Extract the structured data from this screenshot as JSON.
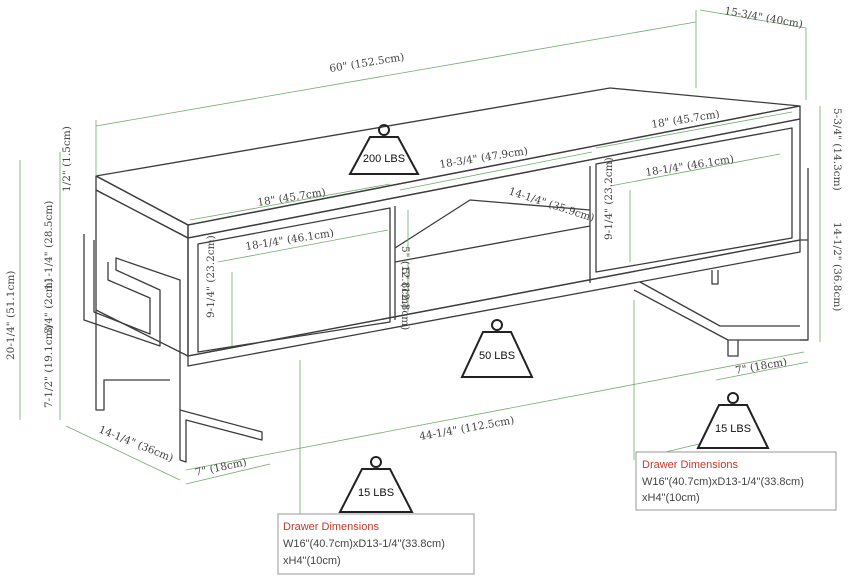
{
  "dimensions": {
    "width_total": "60\" (152.5cm)",
    "depth_total": "15-3/4\" (40cm)",
    "top_thickness": "1/2\" (1.5cm)",
    "overall_height": "20-1/4\" (51.1cm)",
    "body_height": "11-1/4\" (28.5cm)",
    "base_gap": "3/4\" (2cm)",
    "leg_height": "7-1/2\" (19.1cm)",
    "right_top_gap": "5-3/4\" (14.3cm)",
    "right_side_height": "14-1/2\" (36.8cm)",
    "left_drawer_width": "18\" (45.7cm)",
    "left_drawer_inner": "18-1/4\" (46.1cm)",
    "left_drawer_height": "9-1/4\" (23.2cm)",
    "right_drawer_width": "18\" (45.7cm)",
    "right_drawer_inner": "18-1/4\" (46.1cm)",
    "right_drawer_height": "9-1/4\" (23.2cm)",
    "middle_width": "18-3/4\" (47.9cm)",
    "middle_depth": "14-1/4\" (35.9cm)",
    "shelf_upper": "5\" (12.8cm)",
    "shelf_lower": "5\" (12.8cm)",
    "base_span": "44-1/4\" (112.5cm)",
    "left_depth": "14-1/4\" (36cm)",
    "left_foot": "7\" (18cm)",
    "right_foot": "7\" (18cm)"
  },
  "weights": {
    "top": "200 LBS",
    "middle": "50 LBS",
    "left_drawer": "15 LBS",
    "right_drawer": "15 LBS"
  },
  "drawer_boxes": {
    "left": {
      "title": "Drawer Dimensions",
      "line1": "W16\"(40.7cm)xD13-1/4\"(33.8cm)",
      "line2": "xH4\"(10cm)"
    },
    "right": {
      "title": "Drawer Dimensions",
      "line1": "W16\"(40.7cm)xD13-1/4\"(33.8cm)",
      "line2": "xH4\"(10cm)"
    }
  },
  "colors": {
    "dimension_line": "#6dae6d",
    "furniture_line": "#3c3c3c",
    "box_title": "#c0392b"
  }
}
